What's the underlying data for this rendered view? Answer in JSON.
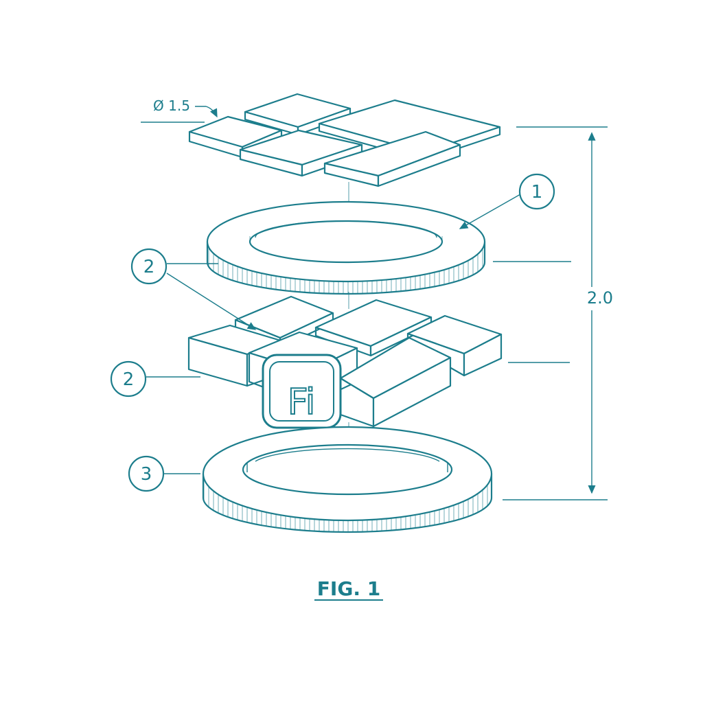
{
  "diagram": {
    "dimension_diameter": "Ø 1.5",
    "dimension_height": "2.0",
    "callouts": [
      "1",
      "2",
      "2",
      "3"
    ],
    "logo_text": "Fi",
    "figure_caption": "FIG. 1"
  },
  "colors": {
    "line": "#1c7d8c",
    "background": "#ffffff"
  }
}
